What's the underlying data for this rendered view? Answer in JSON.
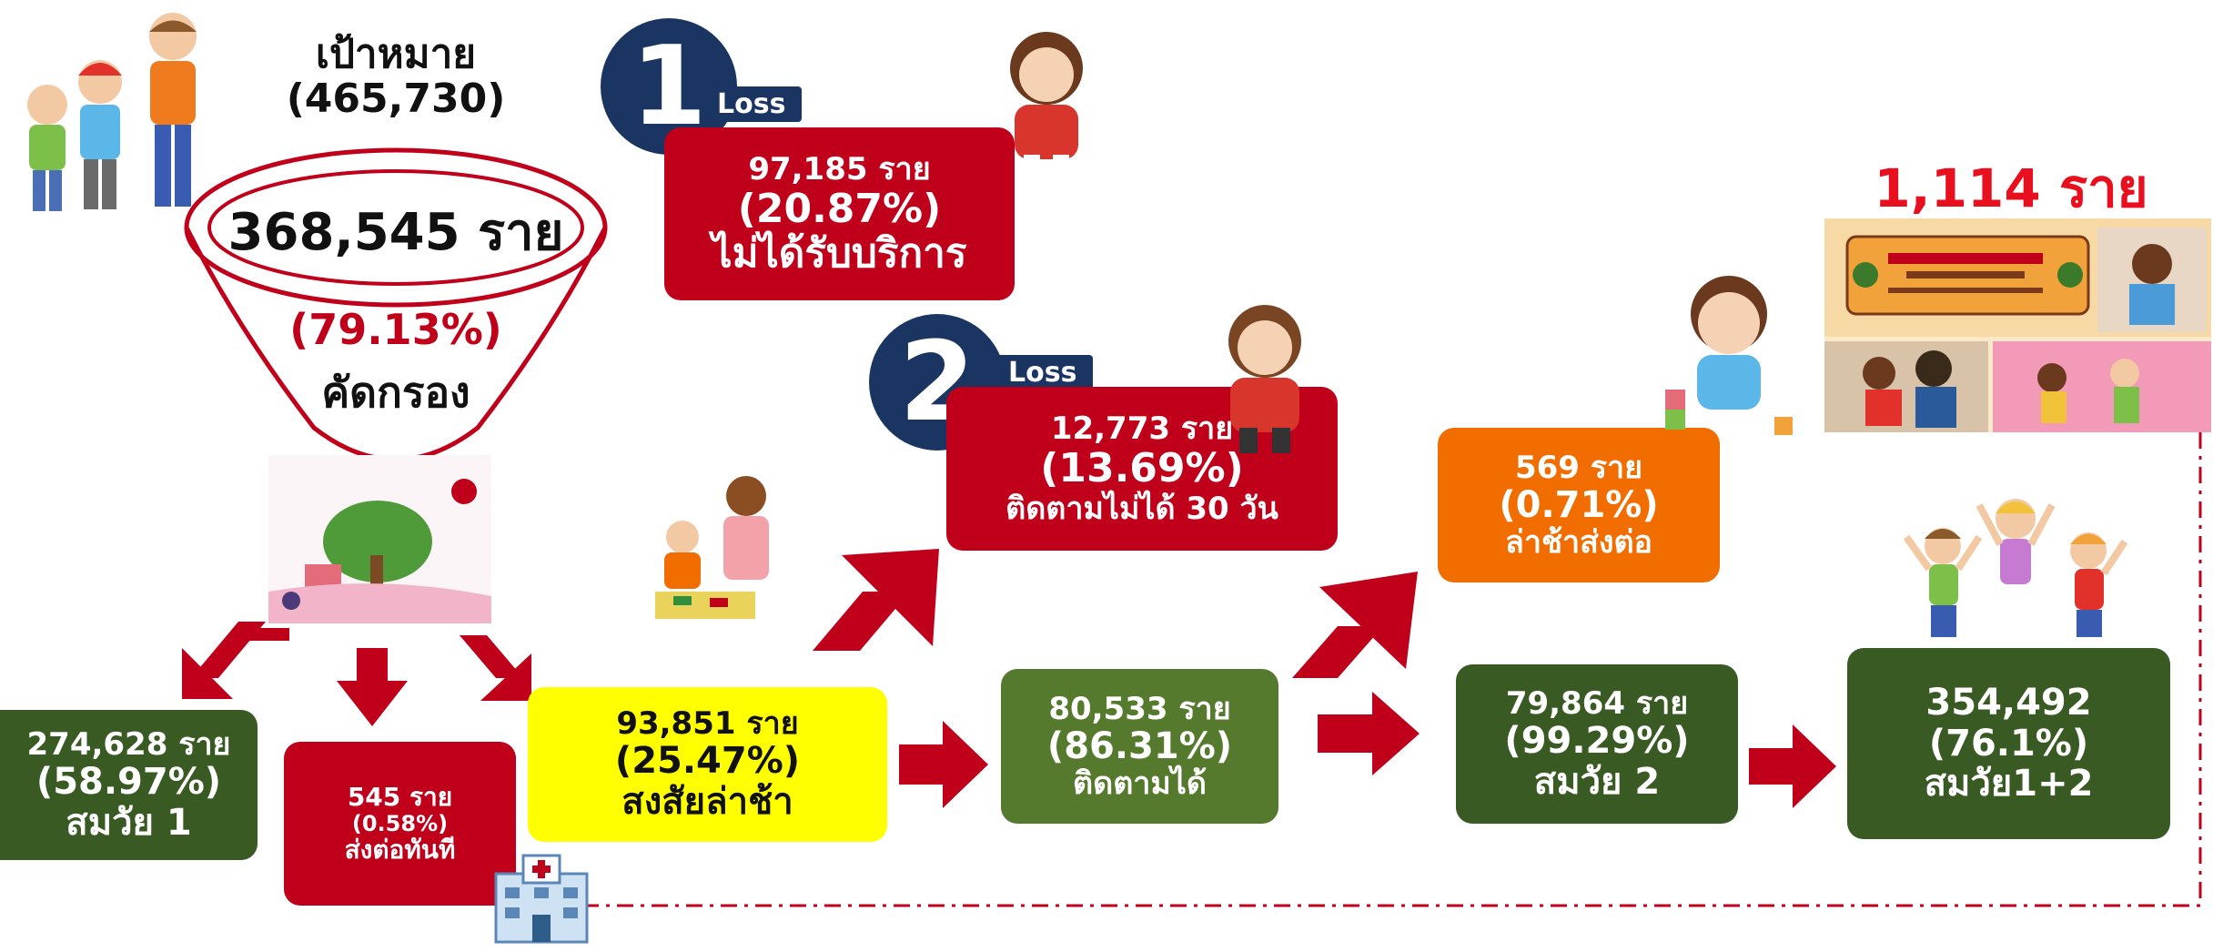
{
  "target": {
    "label": "เป้าหมาย",
    "value": "(465,730)"
  },
  "screened": {
    "count": "368,545 ราย",
    "percent": "(79.13%)",
    "label": "คัดกรอง"
  },
  "loss1": {
    "number": "1",
    "tag": "Loss",
    "count": "97,185 ราย",
    "percent": "(20.87%)",
    "label": "ไม่ได้รับบริการ"
  },
  "loss2": {
    "number": "2",
    "tag": "Loss",
    "count": "12,773 ราย",
    "percent": "(13.69%)",
    "label": "ติดตามไม่ได้ 30 วัน"
  },
  "normal1": {
    "count": "274,628 ราย",
    "percent": "(58.97%)",
    "label": "สมวัย 1"
  },
  "refer_now": {
    "count": "545 ราย",
    "percent": "(0.58%)",
    "label": "ส่งต่อทันที"
  },
  "suspected": {
    "count": "93,851 ราย",
    "percent": "(25.47%)",
    "label": "สงสัยล่าช้า"
  },
  "followed": {
    "count": "80,533 ราย",
    "percent": "(86.31%)",
    "label": "ติดตามได้"
  },
  "delay_refer": {
    "count": "569 ราย",
    "percent": "(0.71%)",
    "label": "ล่าช้าส่งต่อ"
  },
  "normal2": {
    "count": "79,864 ราย",
    "percent": "(99.29%)",
    "label": "สมวัย 2"
  },
  "total_normal": {
    "count": "354,492",
    "percent": "(76.1%)",
    "label": "สมวัย1+2"
  },
  "referral_total": {
    "label": "1,114 ราย"
  },
  "colors": {
    "red": "#c0001a",
    "dark_green": "#3a5a24",
    "mid_green": "#567a2d",
    "orange": "#f26d00",
    "yellow": "#ffff00",
    "navy": "#1b3563"
  }
}
